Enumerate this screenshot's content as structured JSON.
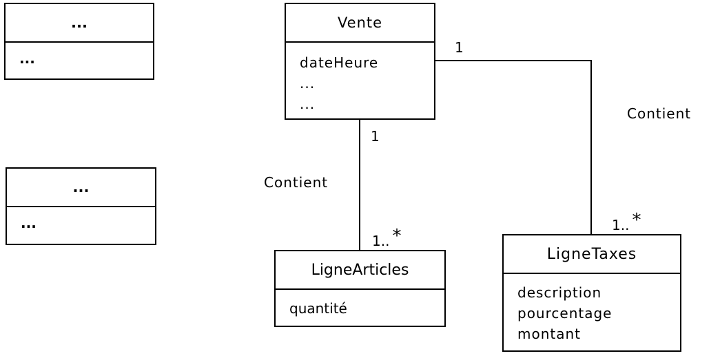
{
  "placeholder_top": {
    "name": "...",
    "attributes": [
      "..."
    ]
  },
  "placeholder_bottom": {
    "name": "...",
    "attributes": [
      "..."
    ]
  },
  "vente": {
    "name": "Vente",
    "attributes": [
      "dateHeure",
      "...",
      "..."
    ]
  },
  "ligne_articles": {
    "name": "LigneArticles",
    "attributes": [
      "quantité"
    ]
  },
  "ligne_taxes": {
    "name": "LigneTaxes",
    "attributes": [
      "description",
      "pourcentage",
      "montant"
    ]
  },
  "assoc_articles": {
    "label": "Contient",
    "mult_vente": "1",
    "mult_target": "1..",
    "mult_target_star": "*"
  },
  "assoc_taxes": {
    "label": "Contient",
    "mult_vente": "1",
    "mult_target": "1..",
    "mult_target_star": "*"
  }
}
